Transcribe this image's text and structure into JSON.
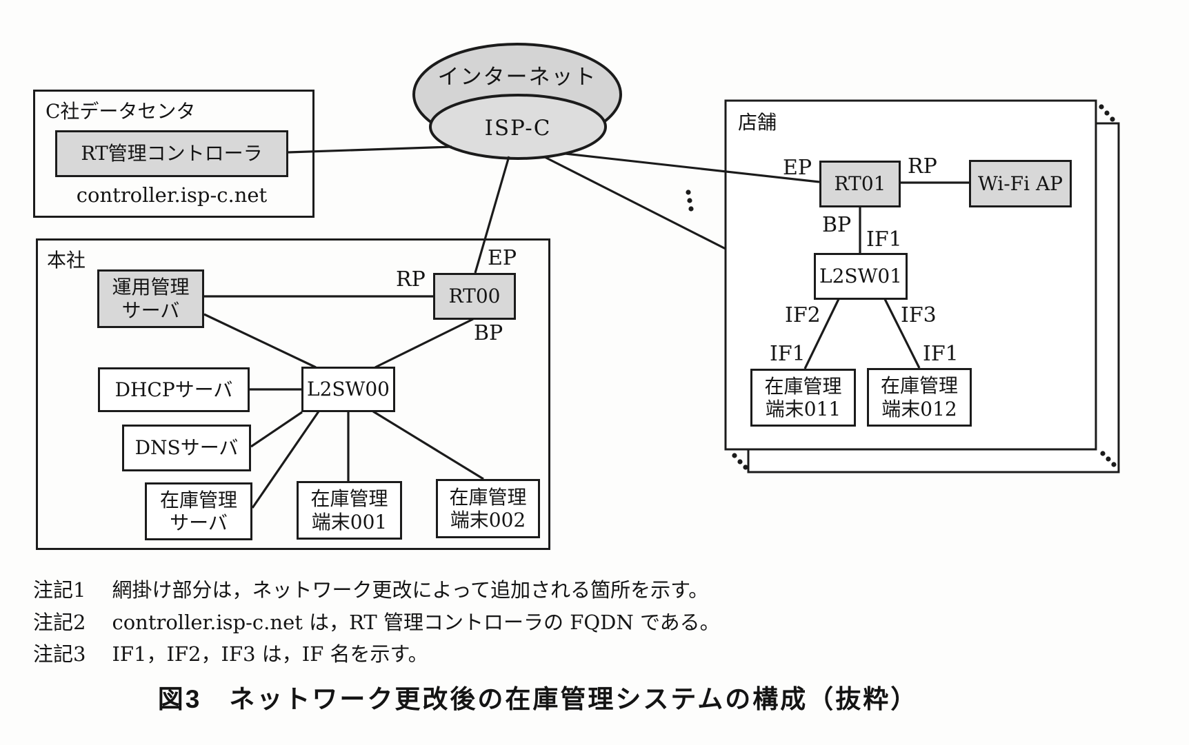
{
  "figure": {
    "internet": {
      "cloud_label": "インターネット",
      "isp_label": "ISP-C"
    },
    "datacenter": {
      "title": "C社データセンタ",
      "controller": "RT管理コントローラ",
      "fqdn": "controller.isp-c.net"
    },
    "headquarters": {
      "title": "本社",
      "ops_server_line1": "運用管理",
      "ops_server_line2": "サーバ",
      "dhcp_server": "DHCPサーバ",
      "dns_server": "DNSサーバ",
      "inv_server_line1": "在庫管理",
      "inv_server_line2": "サーバ",
      "l2sw": "L2SW00",
      "router": "RT00",
      "terminal1_line1": "在庫管理",
      "terminal1_line2": "端末001",
      "terminal2_line1": "在庫管理",
      "terminal2_line2": "端末002",
      "port_rp": "RP",
      "port_ep": "EP",
      "port_bp": "BP"
    },
    "store": {
      "title": "店舗",
      "router": "RT01",
      "wifi_ap": "Wi-Fi AP",
      "l2sw": "L2SW01",
      "terminal11_line1": "在庫管理",
      "terminal11_line2": "端末011",
      "terminal12_line1": "在庫管理",
      "terminal12_line2": "端末012",
      "port_ep": "EP",
      "port_rp": "RP",
      "port_bp": "BP",
      "if1": "IF1",
      "if2": "IF2",
      "if3": "IF3"
    },
    "colors": {
      "shaded_fill": "#d8d8d8",
      "cloud_fill": "#d4d4d4",
      "isp_fill": "#dddddd",
      "line": "#1b1b1b"
    }
  },
  "notes": [
    {
      "label": "注記1",
      "text": "網掛け部分は，ネットワーク更改によって追加される箇所を示す。"
    },
    {
      "label": "注記2",
      "text": "controller.isp-c.net は，RT 管理コントローラの FQDN である。"
    },
    {
      "label": "注記3",
      "text": "IF1，IF2，IF3 は，IF 名を示す。"
    }
  ],
  "caption": "図3　ネットワーク更改後の在庫管理システムの構成（抜粋）"
}
